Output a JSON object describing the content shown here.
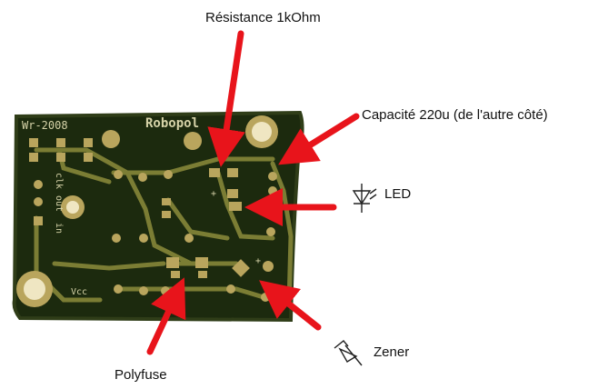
{
  "labels": {
    "resistor": "Résistance 1kOhm",
    "capacitor": "Capacité 220u (de l'autre côté)",
    "led": "LED",
    "zener": "Zener",
    "polyfuse": "Polyfuse"
  },
  "board_silkscreen": {
    "year": "Wr-2008",
    "brand": "Robopol",
    "pin_clk": "clk",
    "pin_out": "out",
    "pin_in": "in",
    "vcc": "Vcc",
    "cap_mark": "+",
    "diode_mark": "+"
  },
  "icons": {
    "led": "led-diode-symbol-icon",
    "zener": "zener-diode-symbol-icon"
  },
  "colors": {
    "arrow": "#e8141b",
    "board": "#1c2a0e",
    "board_edge": "#2f3d18",
    "copper": "#b9a55d",
    "trace": "#7b7d34",
    "silkscreen": "#d6d3a8"
  }
}
